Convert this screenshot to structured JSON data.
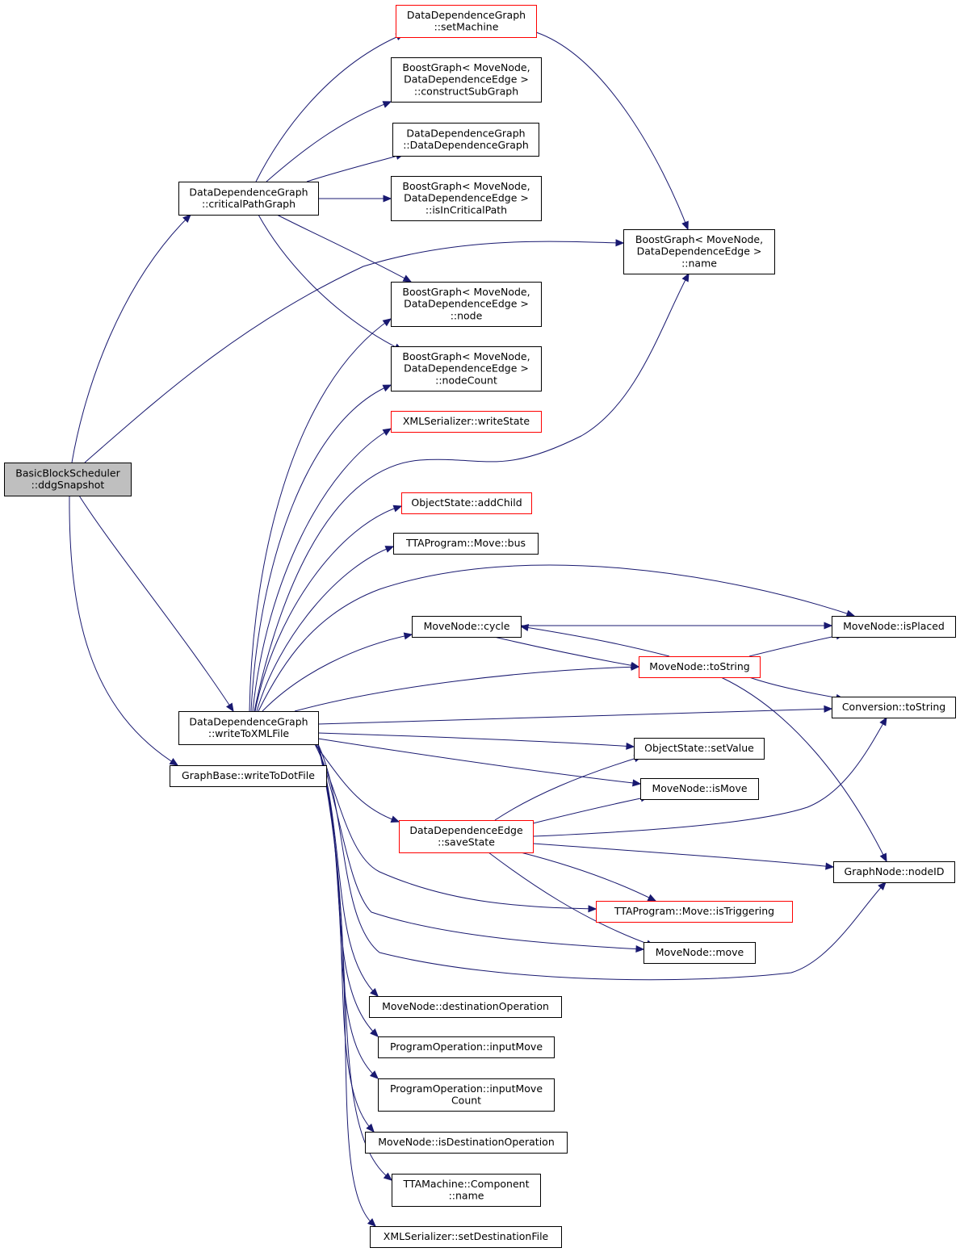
{
  "nodes": [
    {
      "id": "root",
      "lines": [
        "BasicBlockScheduler",
        "::ddgSnapshot"
      ],
      "style": "root"
    },
    {
      "id": "criticalPathGraph",
      "lines": [
        "DataDependenceGraph",
        "::criticalPathGraph"
      ],
      "style": "normal"
    },
    {
      "id": "writeToXMLFile",
      "lines": [
        "DataDependenceGraph",
        "::writeToXMLFile"
      ],
      "style": "normal"
    },
    {
      "id": "writeToDotFile",
      "lines": [
        "GraphBase::writeToDotFile"
      ],
      "style": "normal"
    },
    {
      "id": "setMachine",
      "lines": [
        "DataDependenceGraph",
        "::setMachine"
      ],
      "style": "red"
    },
    {
      "id": "constructSubGraph",
      "lines": [
        "BoostGraph< MoveNode,",
        "DataDependenceEdge >",
        "::constructSubGraph"
      ],
      "style": "normal"
    },
    {
      "id": "ddgCtor",
      "lines": [
        "DataDependenceGraph",
        "::DataDependenceGraph"
      ],
      "style": "normal"
    },
    {
      "id": "isInCriticalPath",
      "lines": [
        "BoostGraph< MoveNode,",
        "DataDependenceEdge >",
        "::isInCriticalPath"
      ],
      "style": "normal"
    },
    {
      "id": "bgName",
      "lines": [
        "BoostGraph< MoveNode,",
        "DataDependenceEdge >",
        "::name"
      ],
      "style": "normal"
    },
    {
      "id": "bgNode",
      "lines": [
        "BoostGraph< MoveNode,",
        "DataDependenceEdge >",
        "::node"
      ],
      "style": "normal"
    },
    {
      "id": "bgNodeCount",
      "lines": [
        "BoostGraph< MoveNode,",
        "DataDependenceEdge >",
        "::nodeCount"
      ],
      "style": "normal"
    },
    {
      "id": "writeState",
      "lines": [
        "XMLSerializer::writeState"
      ],
      "style": "red"
    },
    {
      "id": "addChild",
      "lines": [
        "ObjectState::addChild"
      ],
      "style": "red"
    },
    {
      "id": "moveBus",
      "lines": [
        "TTAProgram::Move::bus"
      ],
      "style": "normal"
    },
    {
      "id": "cycle",
      "lines": [
        "MoveNode::cycle"
      ],
      "style": "normal"
    },
    {
      "id": "isPlaced",
      "lines": [
        "MoveNode::isPlaced"
      ],
      "style": "normal"
    },
    {
      "id": "mnToString",
      "lines": [
        "MoveNode::toString"
      ],
      "style": "red"
    },
    {
      "id": "convToString",
      "lines": [
        "Conversion::toString"
      ],
      "style": "normal"
    },
    {
      "id": "setValue",
      "lines": [
        "ObjectState::setValue"
      ],
      "style": "normal"
    },
    {
      "id": "isMove",
      "lines": [
        "MoveNode::isMove"
      ],
      "style": "normal"
    },
    {
      "id": "saveState",
      "lines": [
        "DataDependenceEdge",
        "::saveState"
      ],
      "style": "red"
    },
    {
      "id": "nodeID",
      "lines": [
        "GraphNode::nodeID"
      ],
      "style": "normal"
    },
    {
      "id": "isTriggering",
      "lines": [
        "TTAProgram::Move::isTriggering"
      ],
      "style": "red"
    },
    {
      "id": "mnMove",
      "lines": [
        "MoveNode::move"
      ],
      "style": "normal"
    },
    {
      "id": "destOp",
      "lines": [
        "MoveNode::destinationOperation"
      ],
      "style": "normal"
    },
    {
      "id": "inputMove",
      "lines": [
        "ProgramOperation::inputMove"
      ],
      "style": "normal"
    },
    {
      "id": "inputMoveCount",
      "lines": [
        "ProgramOperation::inputMove",
        "Count"
      ],
      "style": "normal"
    },
    {
      "id": "isDestOp",
      "lines": [
        "MoveNode::isDestinationOperation"
      ],
      "style": "normal"
    },
    {
      "id": "compName",
      "lines": [
        "TTAMachine::Component",
        "::name"
      ],
      "style": "normal"
    },
    {
      "id": "setDestFile",
      "lines": [
        "XMLSerializer::setDestinationFile"
      ],
      "style": "normal"
    }
  ],
  "edges": [
    [
      "root",
      "criticalPathGraph"
    ],
    [
      "root",
      "bgName"
    ],
    [
      "root",
      "writeToXMLFile"
    ],
    [
      "root",
      "writeToDotFile"
    ],
    [
      "criticalPathGraph",
      "setMachine"
    ],
    [
      "criticalPathGraph",
      "constructSubGraph"
    ],
    [
      "criticalPathGraph",
      "ddgCtor"
    ],
    [
      "criticalPathGraph",
      "isInCriticalPath"
    ],
    [
      "criticalPathGraph",
      "bgNode"
    ],
    [
      "criticalPathGraph",
      "bgNodeCount"
    ],
    [
      "setMachine",
      "bgName"
    ],
    [
      "writeToXMLFile",
      "bgNode"
    ],
    [
      "writeToXMLFile",
      "bgNodeCount"
    ],
    [
      "writeToXMLFile",
      "writeState"
    ],
    [
      "writeToXMLFile",
      "bgName"
    ],
    [
      "writeToXMLFile",
      "addChild"
    ],
    [
      "writeToXMLFile",
      "moveBus"
    ],
    [
      "writeToXMLFile",
      "isPlaced"
    ],
    [
      "writeToXMLFile",
      "cycle"
    ],
    [
      "writeToXMLFile",
      "mnToString"
    ],
    [
      "writeToXMLFile",
      "convToString"
    ],
    [
      "writeToXMLFile",
      "setValue"
    ],
    [
      "writeToXMLFile",
      "isMove"
    ],
    [
      "writeToXMLFile",
      "saveState"
    ],
    [
      "writeToXMLFile",
      "isTriggering"
    ],
    [
      "writeToXMLFile",
      "mnMove"
    ],
    [
      "writeToXMLFile",
      "nodeID"
    ],
    [
      "writeToXMLFile",
      "destOp"
    ],
    [
      "writeToXMLFile",
      "inputMove"
    ],
    [
      "writeToXMLFile",
      "inputMoveCount"
    ],
    [
      "writeToXMLFile",
      "isDestOp"
    ],
    [
      "writeToXMLFile",
      "compName"
    ],
    [
      "writeToXMLFile",
      "setDestFile"
    ],
    [
      "cycle",
      "isPlaced"
    ],
    [
      "cycle",
      "mnToString"
    ],
    [
      "mnToString",
      "cycle"
    ],
    [
      "mnToString",
      "isPlaced"
    ],
    [
      "mnToString",
      "convToString"
    ],
    [
      "mnToString",
      "nodeID"
    ],
    [
      "saveState",
      "setValue"
    ],
    [
      "saveState",
      "isMove"
    ],
    [
      "saveState",
      "convToString"
    ],
    [
      "saveState",
      "nodeID"
    ],
    [
      "saveState",
      "isTriggering"
    ],
    [
      "saveState",
      "mnMove"
    ]
  ],
  "colors": {
    "edge": "#191970",
    "node_border": "#000000",
    "node_border_highlight": "#ff0000",
    "root_fill": "#bfbfbf",
    "node_fill": "#ffffff"
  }
}
